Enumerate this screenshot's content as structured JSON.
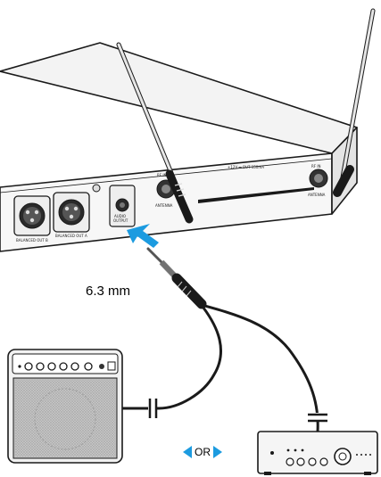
{
  "receiver": {
    "out_a_label": "BALANCED OUT A",
    "out_b_label": "BALANCED OUT B",
    "audio_output_line1": "AUDIO",
    "audio_output_line2": "OUTPUT",
    "power_label": "+12V ⎓ OUT 150mA",
    "rf_in_left": "RF IN",
    "rf_in_right": "RF IN",
    "antenna_left": "ANTENNA",
    "antenna_right": "ANTENNA"
  },
  "cable_size": "6.3 mm",
  "or_text": "OR",
  "colors": {
    "accent": "#1c9be0",
    "line": "#1a1a1a",
    "device": "#f2f2f2"
  },
  "icons": [
    "insert-arrow-icon",
    "arrow-left-icon",
    "arrow-right-icon",
    "plug-icon",
    "xlr-connector-icon",
    "bnc-connector-icon",
    "antenna-icon"
  ]
}
